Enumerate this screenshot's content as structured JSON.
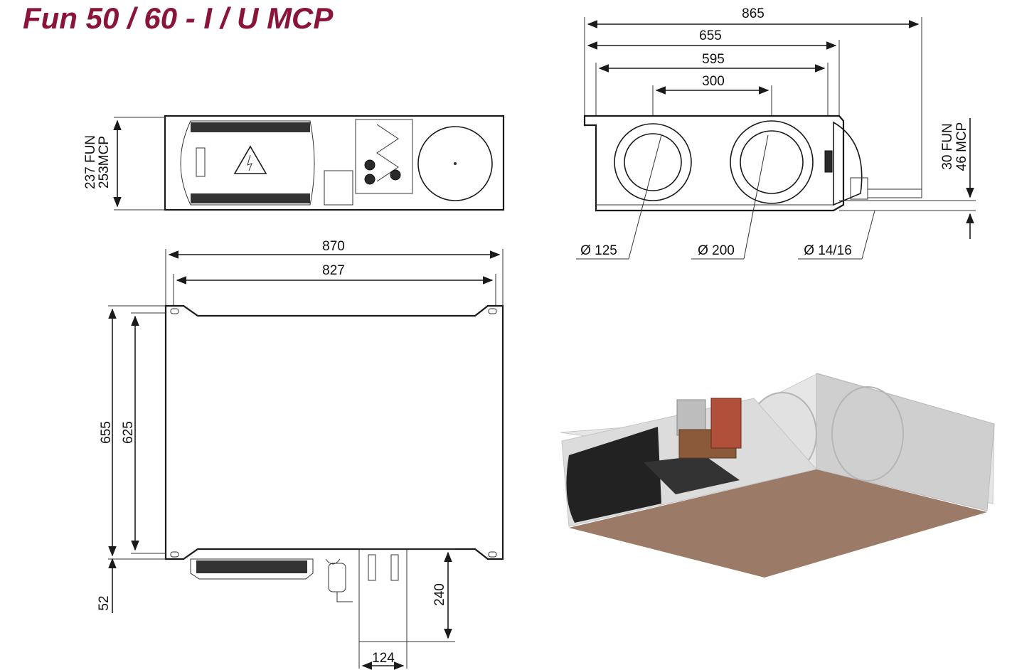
{
  "title": "Fun 50 / 60 - I / U MCP",
  "top_view": {
    "height_fun": "237 FUN",
    "height_mcp": "253MCP"
  },
  "plan_view": {
    "width_outer": "870",
    "width_inner": "827",
    "depth_outer": "655",
    "depth_inner": "625",
    "bottom_offset": "52",
    "box_depth": "240",
    "box_width": "124"
  },
  "side_view": {
    "width_865": "865",
    "width_655": "655",
    "width_595": "595",
    "width_300": "300",
    "offset_fun": "30 FUN",
    "offset_mcp": "46 MCP",
    "diam_small": "Ø 125",
    "diam_large": "Ø 200",
    "diam_pipe": "Ø 14/16"
  },
  "colors": {
    "title": "#8a1538",
    "render_floor": "#9b7b67",
    "render_body": "#d9d9d9"
  }
}
